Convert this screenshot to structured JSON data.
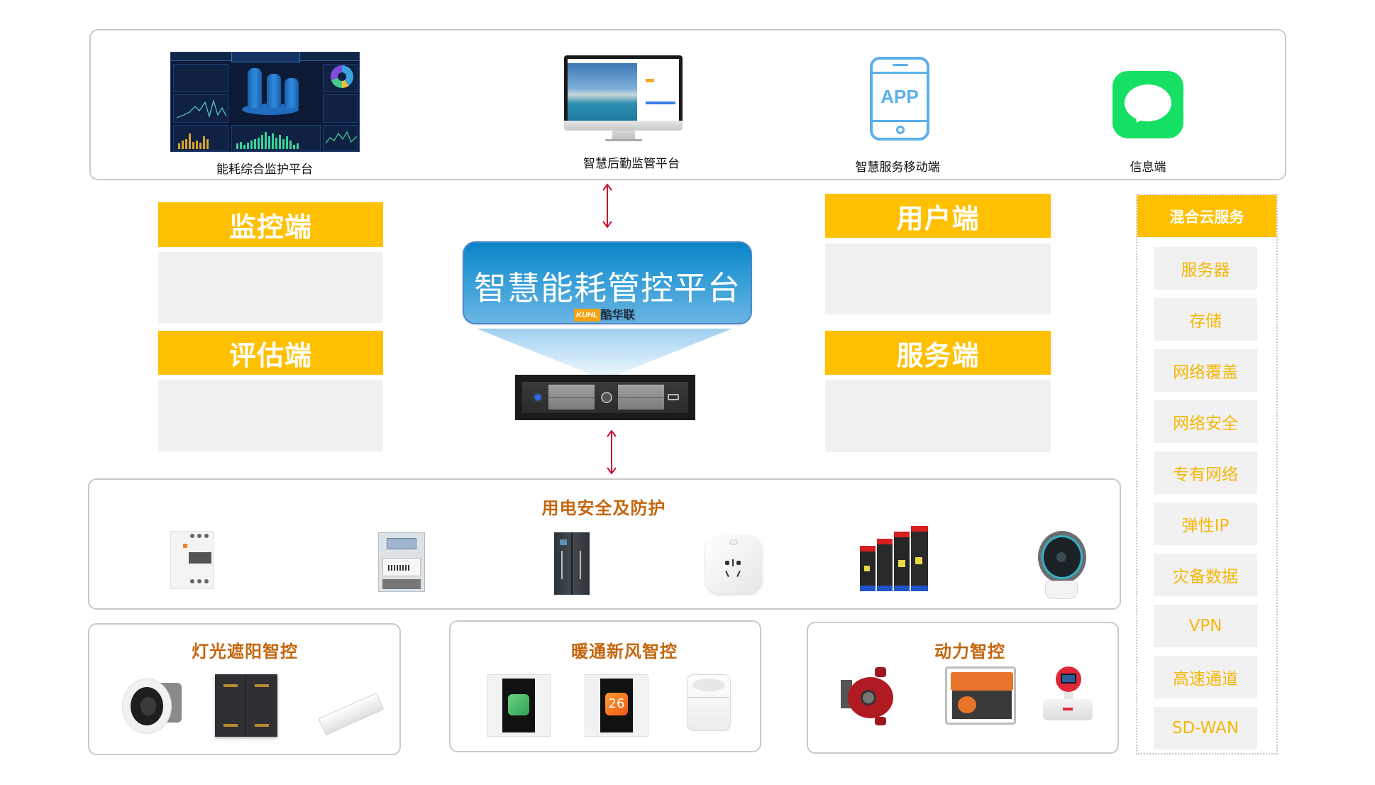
{
  "top_platforms": {
    "items": [
      {
        "label": "能耗综合监护平台",
        "icon": "dashboard-screen-icon"
      },
      {
        "label": "智慧后勤监管平台",
        "icon": "desktop-monitor-icon"
      },
      {
        "label": "智慧服务移动端",
        "icon": "mobile-app-icon",
        "icon_text": "APP"
      },
      {
        "label": "信息端",
        "icon": "message-bubble-icon"
      }
    ]
  },
  "side_panels": {
    "left": [
      {
        "title": "监控端"
      },
      {
        "title": "评估端"
      }
    ],
    "right": [
      {
        "title": "用户端"
      },
      {
        "title": "服务端"
      }
    ]
  },
  "platform": {
    "title": "智慧能耗管控平台",
    "brand_en": "KUHL",
    "brand_cn": "酷华联",
    "server_icon": "rack-server-icon"
  },
  "cloud_services": {
    "title": "混合云服务",
    "items": [
      "服务器",
      "存储",
      "网络覆盖",
      "网络安全",
      "专有网络",
      "弹性IP",
      "灾备数据",
      "VPN",
      "高速通道",
      "SD-WAN"
    ]
  },
  "device_sections": {
    "electrical_safety": {
      "title": "用电安全及防护",
      "devices": [
        "circuit-breaker",
        "electric-meter",
        "distribution-cabinet",
        "smart-socket",
        "power-modules",
        "smart-camera"
      ]
    },
    "lighting_shading": {
      "title": "灯光遮阳智控",
      "devices": [
        "downlight",
        "scene-switch-panel",
        "curtain-motor"
      ]
    },
    "hvac_fresh_air": {
      "title": "暖通新风智控",
      "devices": [
        "fresh-air-thermostat",
        "temperature-thermostat",
        "air-sensor"
      ],
      "thermostat_value": "26"
    },
    "power_control": {
      "title": "动力智控",
      "devices": [
        "circulation-pump",
        "generator",
        "flow-meter"
      ]
    }
  },
  "colors": {
    "accent_yellow": "#ffc000",
    "section_title_orange": "#c5660f",
    "panel_gray": "#f1f1f1",
    "arrow_red": "#c8102e",
    "platform_blue": "#0a83c6",
    "cloud_item_text": "#f5b70a"
  }
}
